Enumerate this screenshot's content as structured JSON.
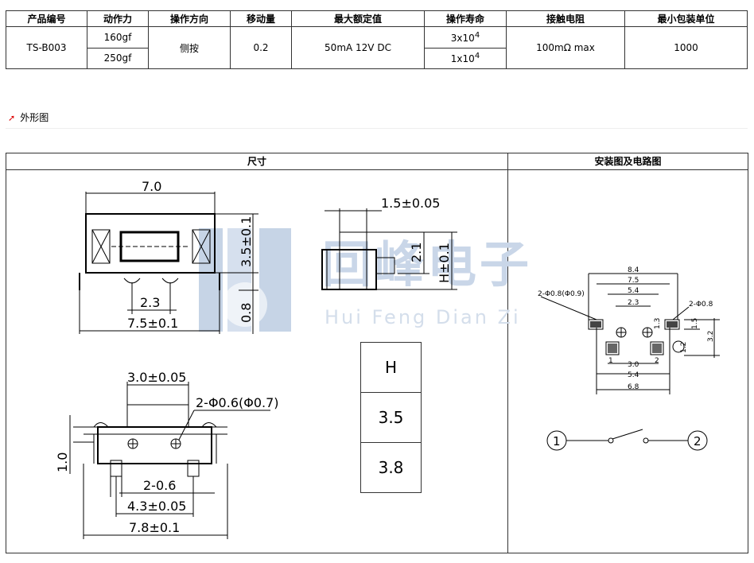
{
  "spec_table": {
    "headers": [
      "产品编号",
      "动作力",
      "操作方向",
      "移动量",
      "最大额定值",
      "操作寿命",
      "接触电阻",
      "最小包装单位"
    ],
    "part_no": "TS-B003",
    "forces": [
      "160gf",
      "250gf"
    ],
    "direction": "侧按",
    "travel": "0.2",
    "rating": "50mA 12V DC",
    "life": [
      {
        "base": "3x10",
        "exp": "4"
      },
      {
        "base": "1x10",
        "exp": "4"
      }
    ],
    "resistance": "100mΩ max",
    "min_pack": "1000"
  },
  "section": {
    "title": "外形图"
  },
  "drawing": {
    "dims_header": "尺寸",
    "install_header": "安装图及电路图",
    "front": {
      "width": "7.0",
      "height": "3.5±0.1",
      "pitch": "2.3",
      "base": "7.5±0.1",
      "foot": "0.8"
    },
    "side": {
      "actuator": "1.5±0.05",
      "act_h": "2.1",
      "total_h": "H±0.1"
    },
    "bottom": {
      "top": "3.0±0.05",
      "holes": "2-Φ0.6(Φ0.7)",
      "leg": "1.0",
      "pins": "2-0.6",
      "pin_pitch": "4.3±0.05",
      "width": "7.8±0.1"
    },
    "h_table": {
      "header": "H",
      "values": [
        "3.5",
        "3.8"
      ]
    },
    "pcb": {
      "d1": "8.4",
      "d2": "7.5",
      "d3": "5.4",
      "d4": "2.3",
      "d5": "3.0",
      "d6": "5.4",
      "d7": "6.8",
      "hole_left": "2-Φ0.8(Φ0.9)",
      "hole_right": "2-Φ0.8",
      "v1": "1.3",
      "v2": "1.5",
      "v3": "1.2",
      "v4": "3.2",
      "pin1": "1",
      "pin2": "2"
    },
    "circuit": {
      "n1": "1",
      "n2": "2"
    }
  },
  "watermark": {
    "main": "回峰电子",
    "sub": "Hui Feng Dian Zi"
  }
}
